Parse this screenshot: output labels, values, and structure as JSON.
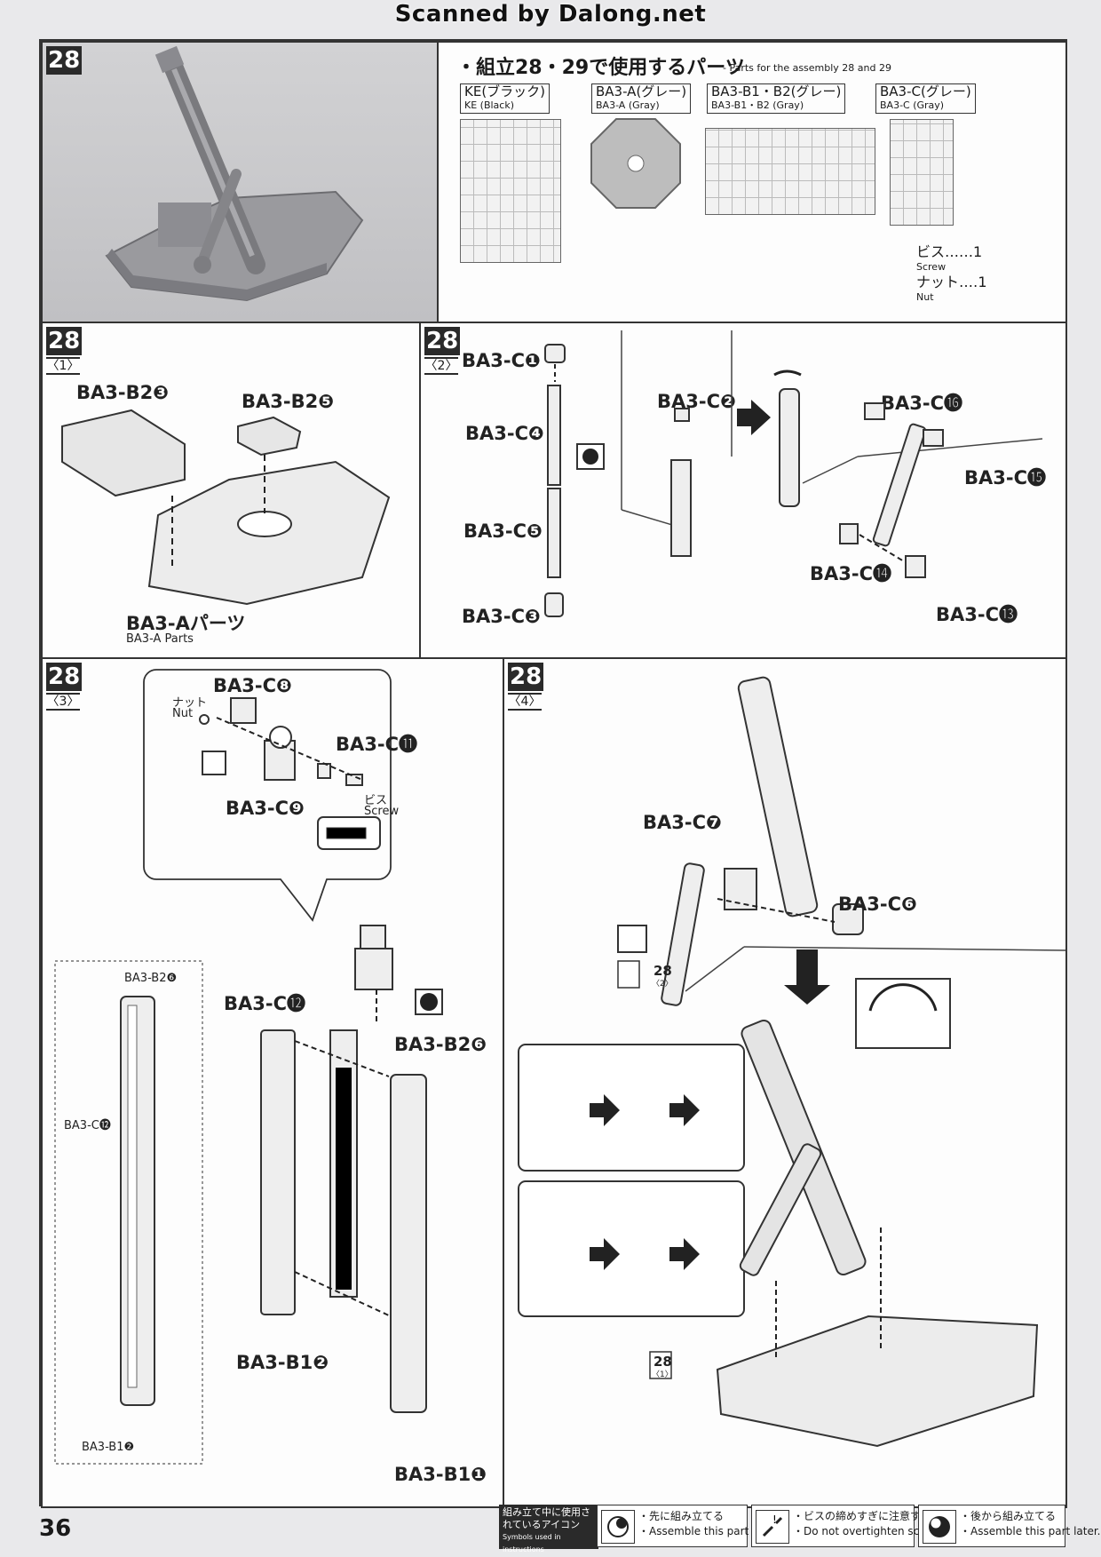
{
  "banner": "Scanned by Dalong.net",
  "page_number": "36",
  "top_right": {
    "parts_title": "・組立28・29で使用するパーツ",
    "parts_sub": "- Parts for the assembly 28 and 29",
    "sprues": [
      {
        "jp": "KE(ブラック)",
        "en": "KE (Black)"
      },
      {
        "jp": "BA3-A(グレー)",
        "en": "BA3-A (Gray)"
      },
      {
        "jp": "BA3-B1・B2(グレー)",
        "en": "BA3-B1・B2 (Gray)"
      },
      {
        "jp": "BA3-C(グレー)",
        "en": "BA3-C (Gray)"
      }
    ],
    "counts": [
      {
        "jp": "ビス‥‥‥1",
        "en": "Screw"
      },
      {
        "jp": "ナット‥‥1",
        "en": "Nut"
      }
    ]
  },
  "steps": {
    "main": "28",
    "s1": "28",
    "s1_sub": "〈1〉",
    "s2": "28",
    "s2_sub": "〈2〉",
    "s3": "28",
    "s3_sub": "〈3〉",
    "s4": "28",
    "s4_sub": "〈4〉"
  },
  "panel1": {
    "b2_3": "BA3-B2❸",
    "b2_5": "BA3-B2❺",
    "a_parts": "BA3-Aパーツ",
    "a_parts_en": "BA3-A Parts"
  },
  "panel2": {
    "c1": "BA3-C❶",
    "c4": "BA3-C❹",
    "c5": "BA3-C❺",
    "c3": "BA3-C❸",
    "c2": "BA3-C❷",
    "c16": "BA3-C⓰",
    "c15": "BA3-C⓯",
    "c14": "BA3-C⓮",
    "c13": "BA3-C⓭"
  },
  "panel3": {
    "c8": "BA3-C❽",
    "nut_jp": "ナット",
    "nut_en": "Nut",
    "c11": "BA3-C⓫",
    "c9": "BA3-C❾",
    "screw_jp": "ビス",
    "screw_en": "Screw",
    "c12": "BA3-C⓬",
    "b2_6": "BA3-B2❻",
    "b1_2": "BA3-B1❷",
    "b1_1": "BA3-B1❶",
    "inset_b2_6": "BA3-B2❻",
    "inset_c12": "BA3-C⓬",
    "inset_b1_2": "BA3-B1❷"
  },
  "panel4": {
    "c7": "BA3-C❼",
    "c6": "BA3-C❻",
    "ref2": "28",
    "ref2_sub": "〈2〉",
    "ref1": "28",
    "ref1_sub": "〈1〉"
  },
  "footer": {
    "legend_title_jp": "組み立て中に使用されているアイコン",
    "legend_title_en": "Symbols used in instructions",
    "items": [
      {
        "jp": "・先に組み立てる",
        "en": "・Assemble this part first."
      },
      {
        "jp": "・ビスの締めすぎに注意する",
        "en": "・Do not overtighten screws."
      },
      {
        "jp": "・後から組み立てる",
        "en": "・Assemble this part later."
      }
    ]
  }
}
